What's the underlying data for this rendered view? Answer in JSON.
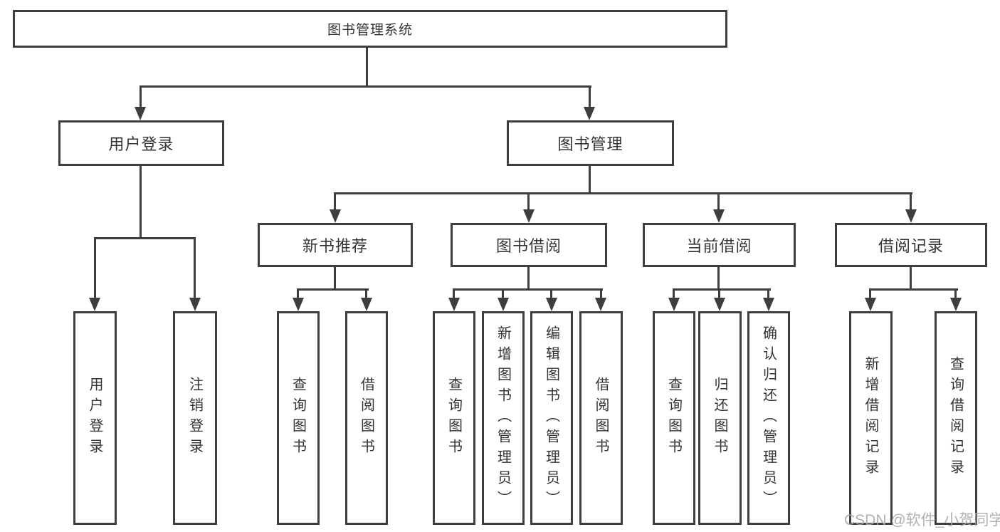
{
  "diagram": {
    "root": {
      "label": "图书管理系统"
    },
    "branches": [
      {
        "label": "用户登录",
        "children": [
          {
            "label": "用户登录"
          },
          {
            "label": "注销登录"
          }
        ]
      },
      {
        "label": "图书管理",
        "children": [
          {
            "label": "新书推荐",
            "children": [
              {
                "label": "查询图书"
              },
              {
                "label": "借阅图书"
              }
            ]
          },
          {
            "label": "图书借阅",
            "children": [
              {
                "label": "查询图书"
              },
              {
                "label": "新增图书（管理员）"
              },
              {
                "label": "编辑图书（管理员）"
              },
              {
                "label": "借阅图书"
              }
            ]
          },
          {
            "label": "当前借阅",
            "children": [
              {
                "label": "查询图书"
              },
              {
                "label": "归还图书"
              },
              {
                "label": "确认归还（管理员）"
              }
            ]
          },
          {
            "label": "借阅记录",
            "children": [
              {
                "label": "新增借阅记录"
              },
              {
                "label": "查询借阅记录"
              }
            ]
          }
        ]
      }
    ],
    "watermark": "CSDN @软件_小贺同学",
    "colors": {
      "line": "#3e3e3e",
      "text": "#333333",
      "watermark": "#a8a8a8",
      "background": "#ffffff"
    }
  }
}
